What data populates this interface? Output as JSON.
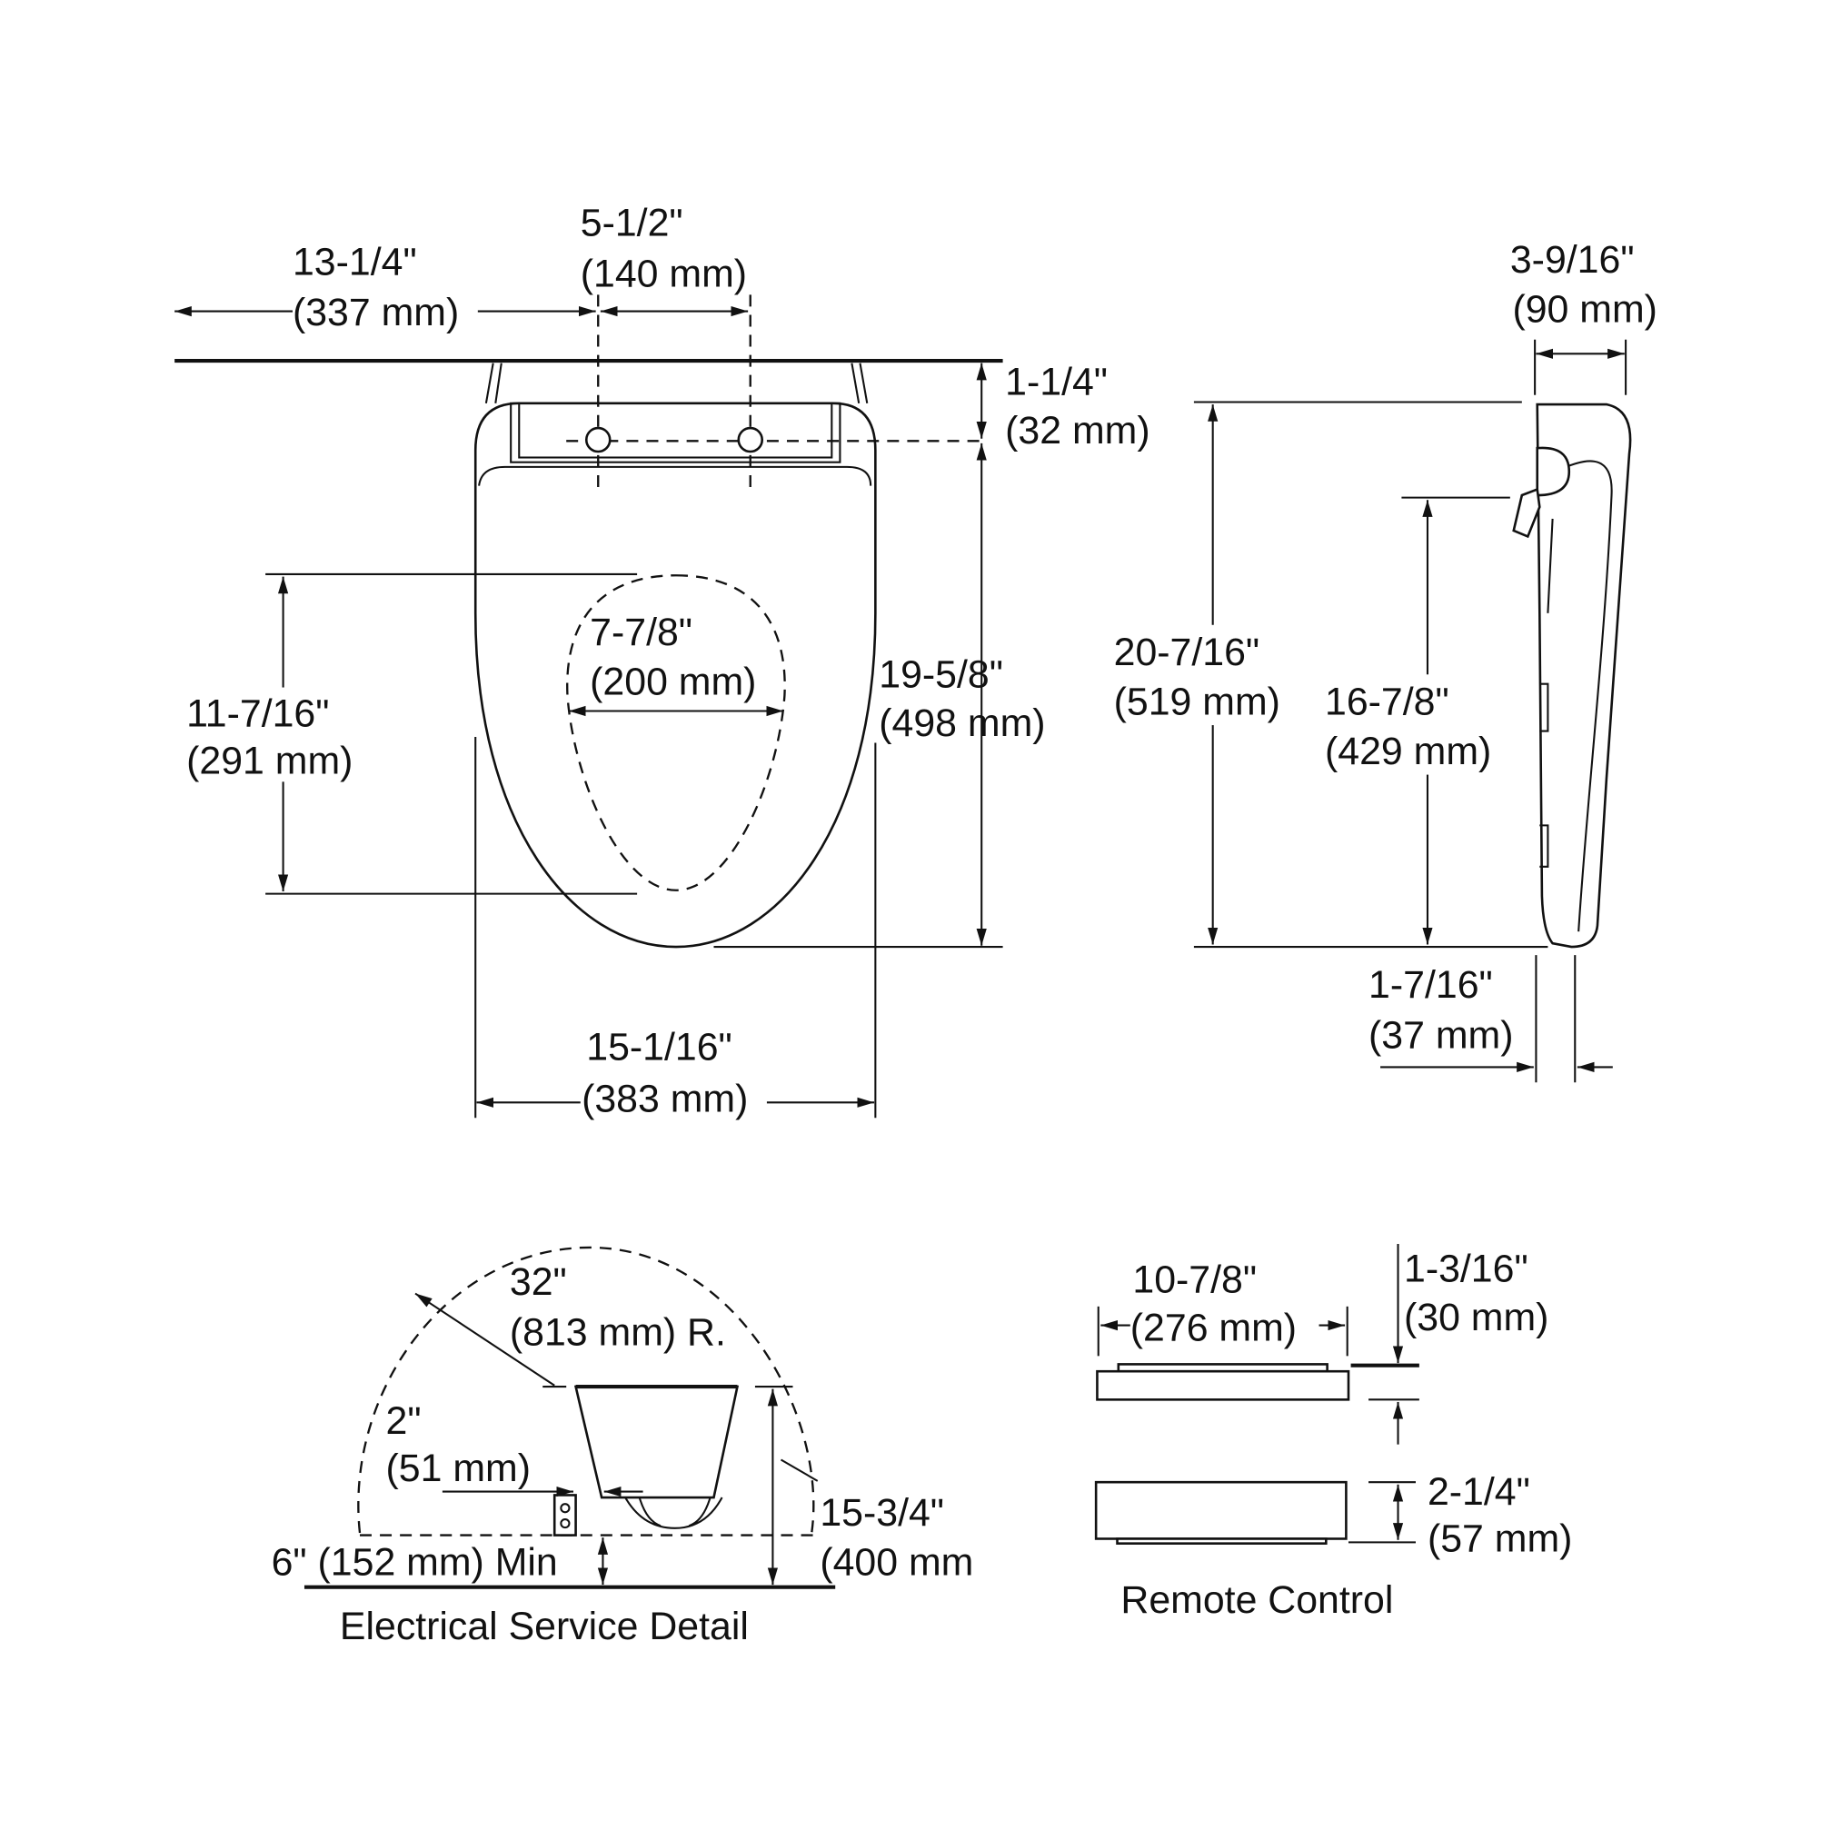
{
  "top_view": {
    "hinge_offset": {
      "in": "13-1/4\"",
      "mm": "(337 mm)"
    },
    "bolt_spacing": {
      "in": "5-1/2\"",
      "mm": "(140 mm)"
    },
    "wall_to_bolt": {
      "in": "1-1/4\"",
      "mm": "(32 mm)"
    },
    "bolt_to_front": {
      "in": "19-5/8\"",
      "mm": "(498 mm)"
    },
    "opening_width": {
      "in": "7-7/8\"",
      "mm": "(200 mm)"
    },
    "opening_length": {
      "in": "11-7/16\"",
      "mm": "(291 mm)"
    },
    "overall_width": {
      "in": "15-1/16\"",
      "mm": "(383 mm)"
    }
  },
  "side_view": {
    "height": {
      "in": "3-9/16\"",
      "mm": "(90 mm)"
    },
    "overall_length": {
      "in": "20-7/16\"",
      "mm": "(519 mm)"
    },
    "seat_length": {
      "in": "16-7/8\"",
      "mm": "(429 mm)"
    },
    "seat_thickness": {
      "in": "1-7/16\"",
      "mm": "(37 mm)"
    }
  },
  "electrical": {
    "title": "Electrical Service Detail",
    "radius": {
      "in": "32\"",
      "mm": "(813 mm) R."
    },
    "side_offset": {
      "in": "2\"",
      "mm": "(51 mm)"
    },
    "height": {
      "in": "15-3/4\"",
      "mm": "(400 mm"
    },
    "min_height": "6\" (152 mm) Min"
  },
  "remote": {
    "title": "Remote Control",
    "width": {
      "in": "10-7/8\"",
      "mm": "(276 mm)"
    },
    "thickness": {
      "in": "1-3/16\"",
      "mm": "(30 mm)"
    },
    "depth": {
      "in": "2-1/4\"",
      "mm": "(57 mm)"
    }
  }
}
